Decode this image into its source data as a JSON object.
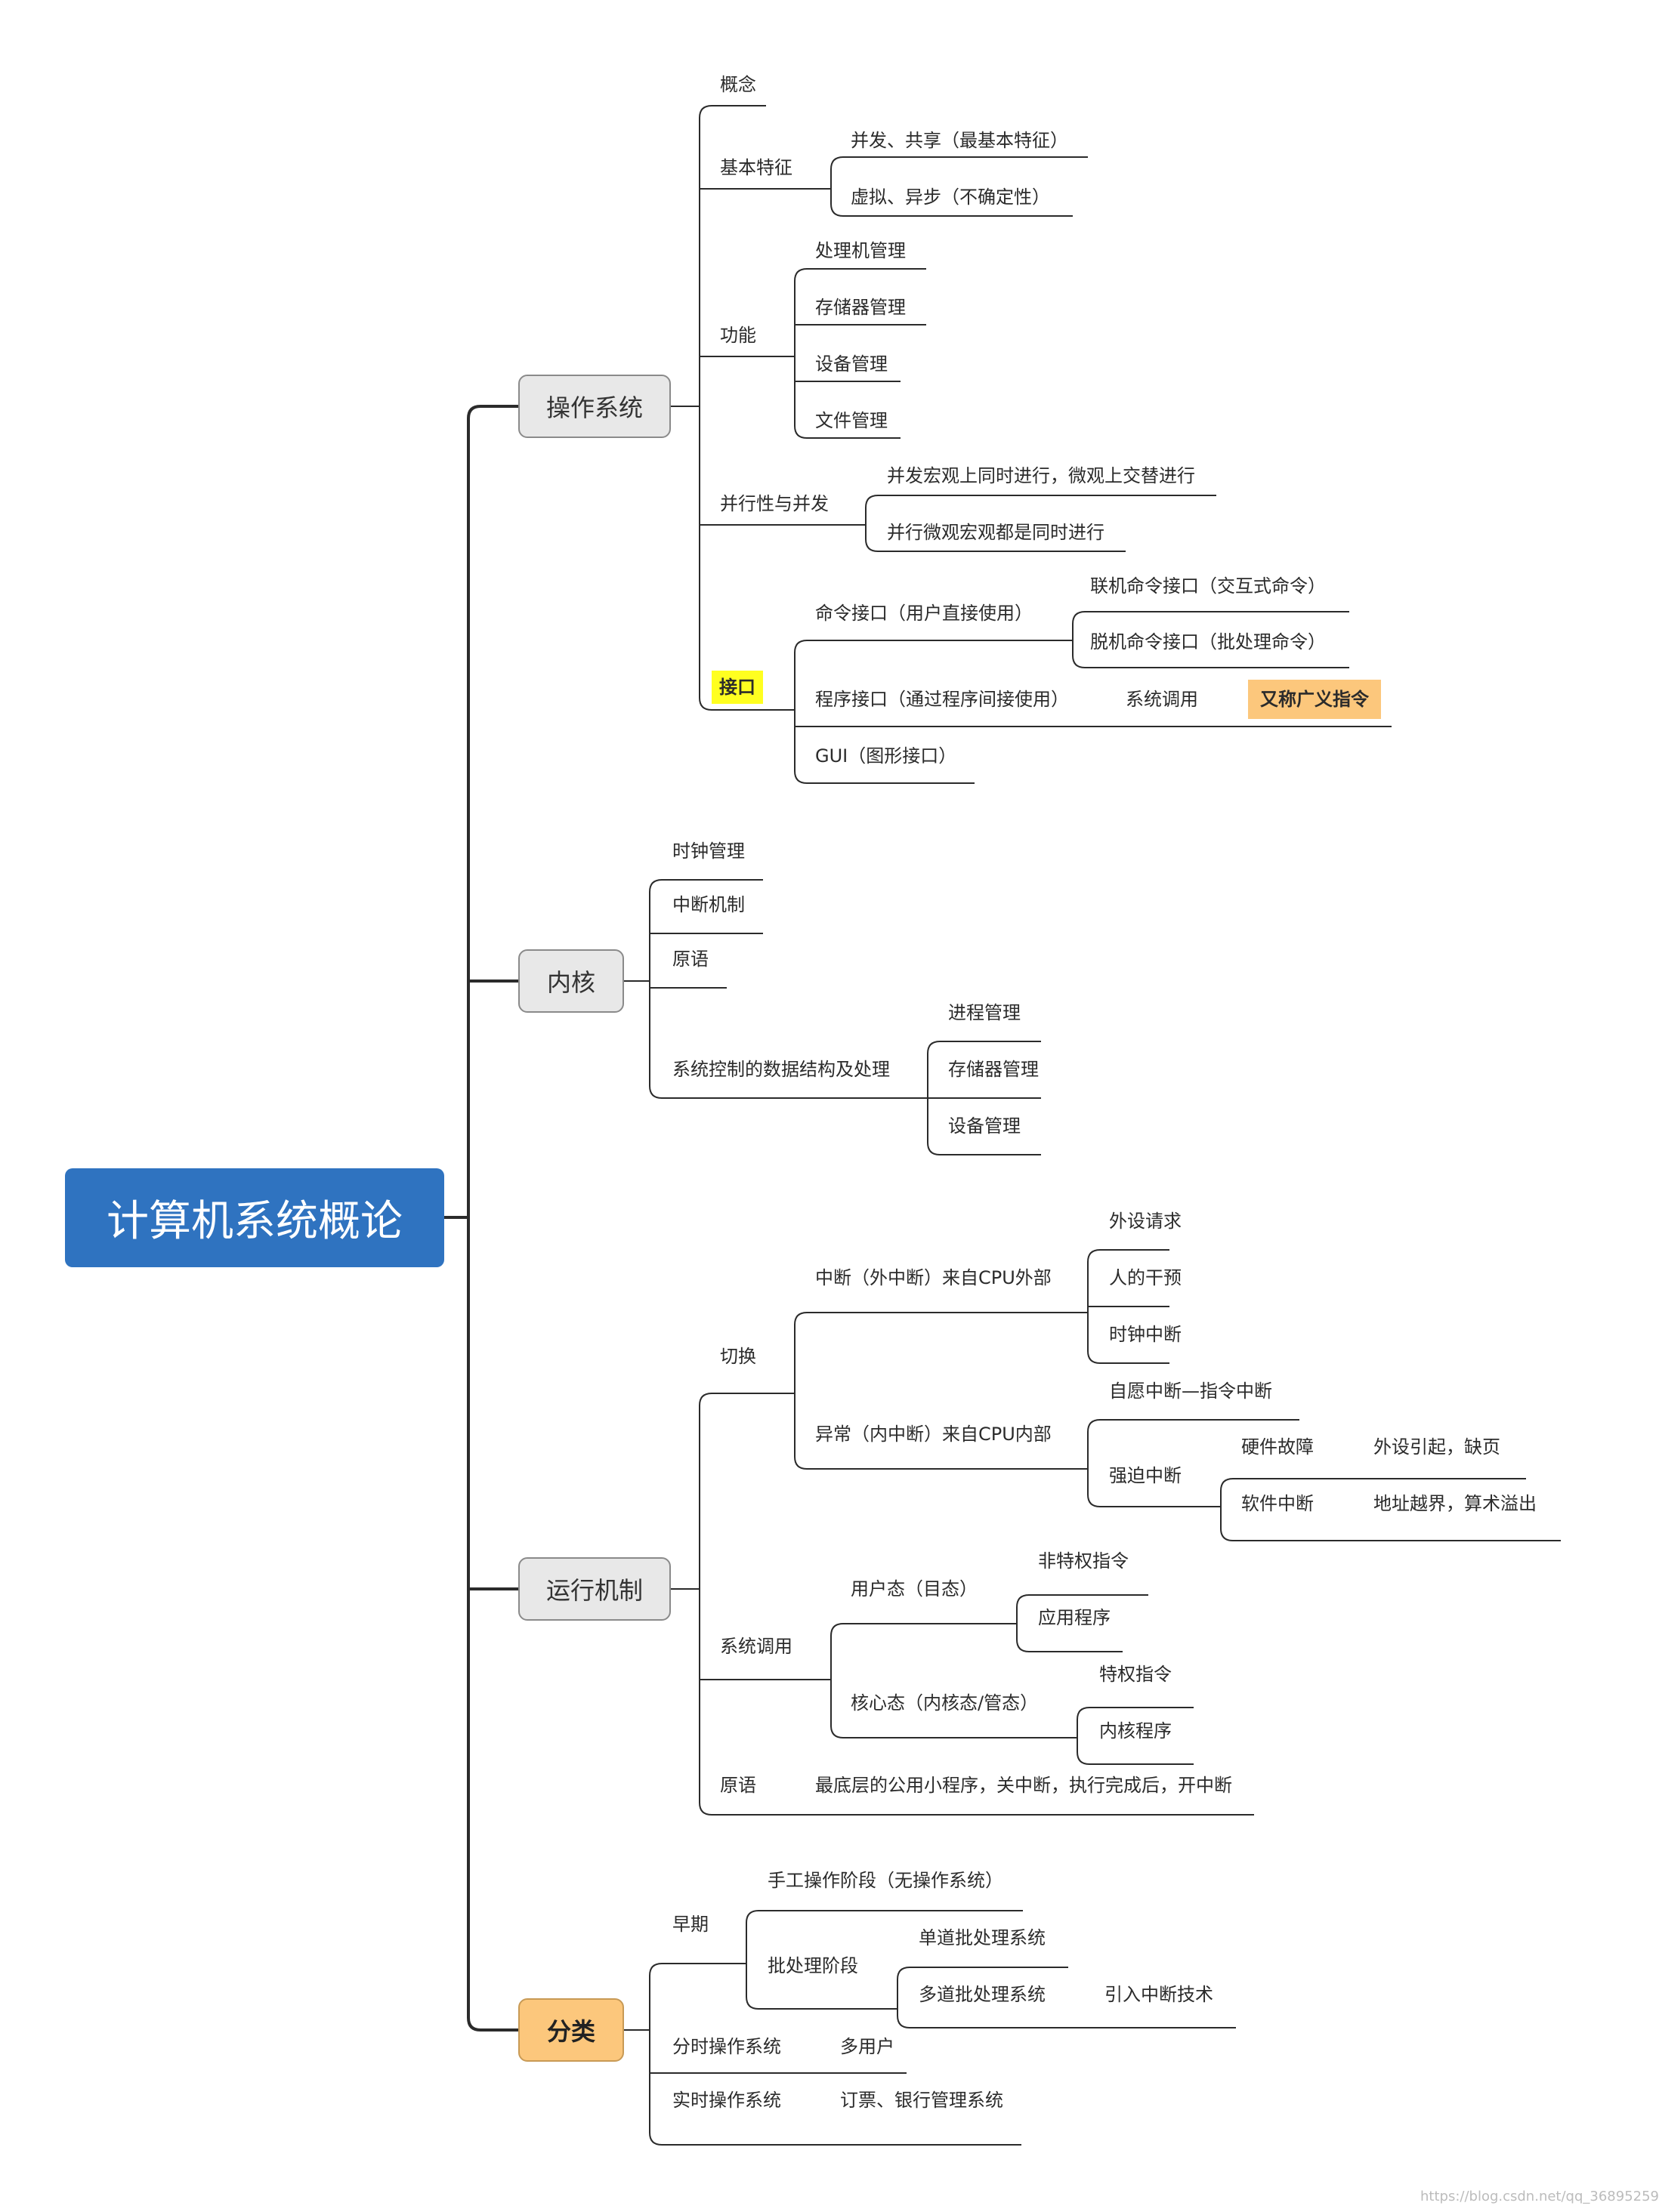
{
  "root": "计算机系统概论",
  "os": {
    "title": "操作系统",
    "concept": "概念",
    "features": {
      "label": "基本特征",
      "items": [
        "并发、共享（最基本特征）",
        "虚拟、异步（不确定性）"
      ]
    },
    "functions": {
      "label": "功能",
      "items": [
        "处理机管理",
        "存储器管理",
        "设备管理",
        "文件管理"
      ]
    },
    "parallel": {
      "label": "并行性与并发",
      "items": [
        "并发宏观上同时进行，微观上交替进行",
        "并行微观宏观都是同时进行"
      ]
    },
    "interface": {
      "label": "接口",
      "command": {
        "label": "命令接口（用户直接使用）",
        "items": [
          "联机命令接口（交互式命令）",
          "脱机命令接口（批处理命令）"
        ]
      },
      "program": {
        "label": "程序接口（通过程序间接使用）",
        "syscall": "系统调用",
        "alias": "又称广义指令"
      },
      "gui": "GUI（图形接口）"
    }
  },
  "kernel": {
    "title": "内核",
    "clock": "时钟管理",
    "interrupt": "中断机制",
    "primitive": "原语",
    "sysdata": {
      "label": "系统控制的数据结构及处理",
      "items": [
        "进程管理",
        "存储器管理",
        "设备管理"
      ]
    }
  },
  "runtime": {
    "title": "运行机制",
    "switch": {
      "label": "切换",
      "interrupt": {
        "label": "中断（外中断）来自CPU外部",
        "items": [
          "外设请求",
          "人的干预",
          "时钟中断"
        ]
      },
      "exception": {
        "label": "异常（内中断）来自CPU内部",
        "voluntary": "自愿中断—指令中断",
        "forced": {
          "label": "强迫中断",
          "hardware": "硬件故障",
          "hardware_detail": "外设引起，缺页",
          "software": "软件中断",
          "software_detail": "地址越界，算术溢出"
        }
      }
    },
    "syscall": {
      "label": "系统调用",
      "user": {
        "label": "用户态（目态）",
        "items": [
          "非特权指令",
          "应用程序"
        ]
      },
      "kernel": {
        "label": "核心态（内核态/管态）",
        "items": [
          "特权指令",
          "内核程序"
        ]
      }
    },
    "primitive": {
      "label": "原语",
      "detail": "最底层的公用小程序，关中断，执行完成后，开中断"
    }
  },
  "classify": {
    "title": "分类",
    "early": {
      "label": "早期",
      "manual": "手工操作阶段（无操作系统）",
      "batch": {
        "label": "批处理阶段",
        "single": "单道批处理系统",
        "multi": "多道批处理系统",
        "multi_note": "引入中断技术"
      }
    },
    "timeshare": {
      "label": "分时操作系统",
      "note": "多用户"
    },
    "realtime": {
      "label": "实时操作系统",
      "note": "订票、银行管理系统"
    }
  },
  "watermark": "https://blog.csdn.net/qq_36895259",
  "colors": {
    "root": "#2f73c0",
    "topic": "#e8e8e8",
    "highlight_yellow": "#ffff20",
    "highlight_orange": "#fcc77c",
    "line": "#2b2b2b"
  }
}
